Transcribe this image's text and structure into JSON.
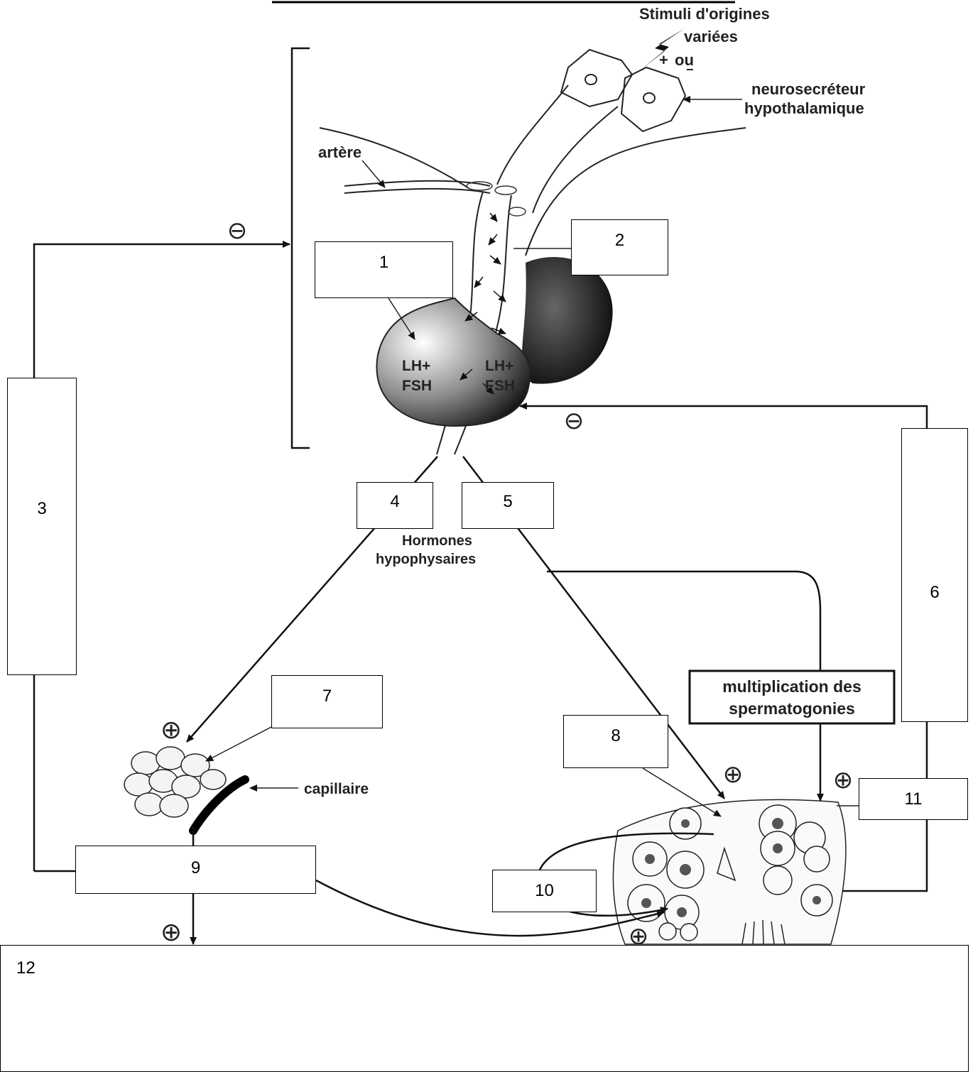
{
  "labels": {
    "stimuli_line1": "Stimuli d'origines",
    "stimuli_line2": "variées",
    "plus": "+",
    "ou": "ou",
    "minus": "−",
    "neurosecreteur_line1": "neurosecréteur",
    "neurosecreteur_line2": "hypothalamique",
    "artere": "artère",
    "lh_left": "LH+",
    "fsh_left": "FSH",
    "lh_right": "LH+",
    "fsh_right": "FSH",
    "hormones_line1": "Hormones",
    "hormones_line2": "hypophysaires",
    "capillaire": "capillaire",
    "multiplication_line1": "multiplication des",
    "multiplication_line2": "spermatogonies",
    "inhibition_symbol": "⊖",
    "stimulation_symbol": "⊕"
  },
  "boxes": {
    "b1": "1",
    "b2": "2",
    "b3": "3",
    "b4": "4",
    "b5": "5",
    "b6": "6",
    "b7": "7",
    "b8": "8",
    "b9": "9",
    "b10": "10",
    "b11": "11",
    "b12": "12"
  }
}
